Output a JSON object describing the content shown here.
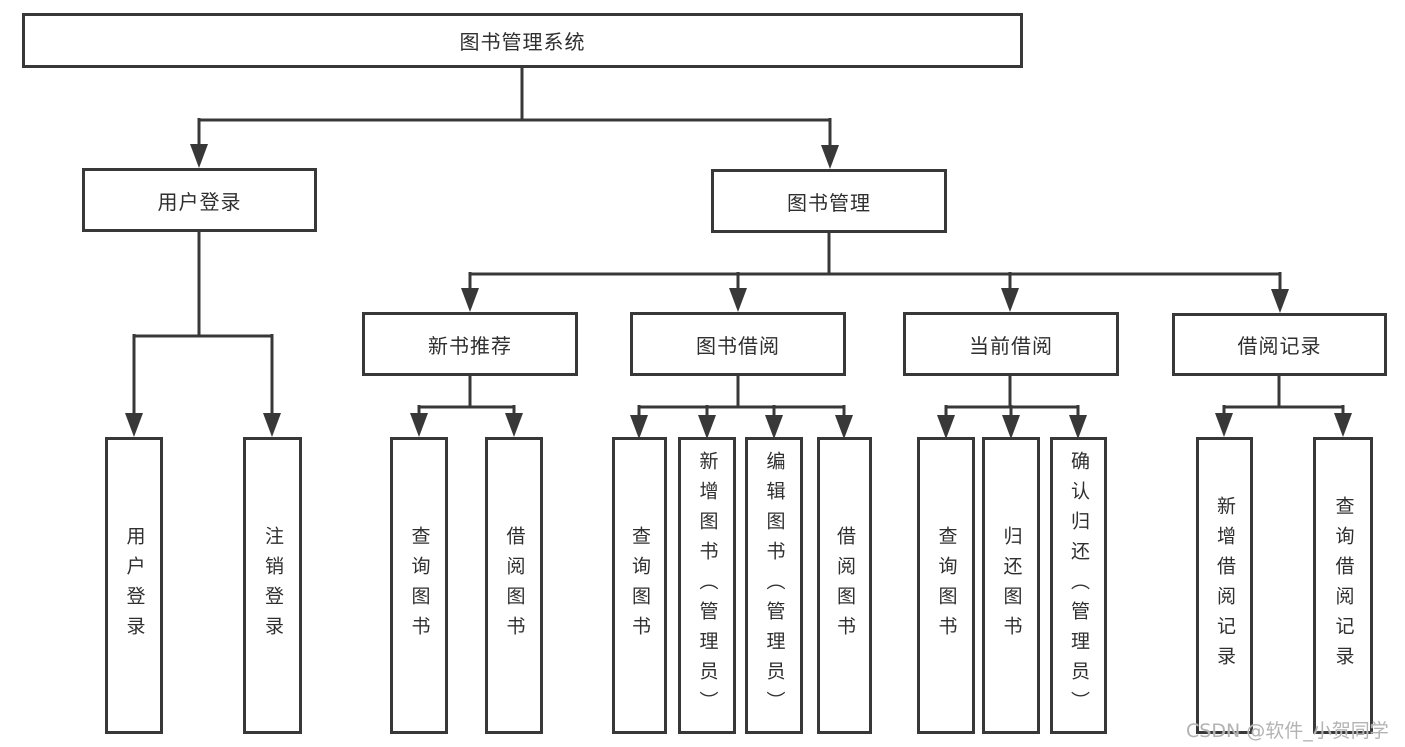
{
  "diagram": {
    "root": "图书管理系统",
    "branches": [
      {
        "label": "用户登录",
        "children": [
          "用户登录",
          "注销登录"
        ]
      },
      {
        "label": "图书管理",
        "sections": [
          {
            "label": "新书推荐",
            "children": [
              "查询图书",
              "借阅图书"
            ]
          },
          {
            "label": "图书借阅",
            "children": [
              "查询图书",
              "新增图书（管理员）",
              "编辑图书（管理员）",
              "借阅图书"
            ]
          },
          {
            "label": "当前借阅",
            "children": [
              "查询图书",
              "归还图书",
              "确认归还（管理员）"
            ]
          },
          {
            "label": "借阅记录",
            "children": [
              "新增借阅记录",
              "查询借阅记录"
            ]
          }
        ]
      }
    ]
  },
  "watermark": "CSDN @软件_小贺同学",
  "colors": {
    "line": "#383838",
    "box_border": "#383838",
    "text": "#2f2f2f",
    "background": "#ffffff",
    "watermark": "#b3b3b3"
  }
}
